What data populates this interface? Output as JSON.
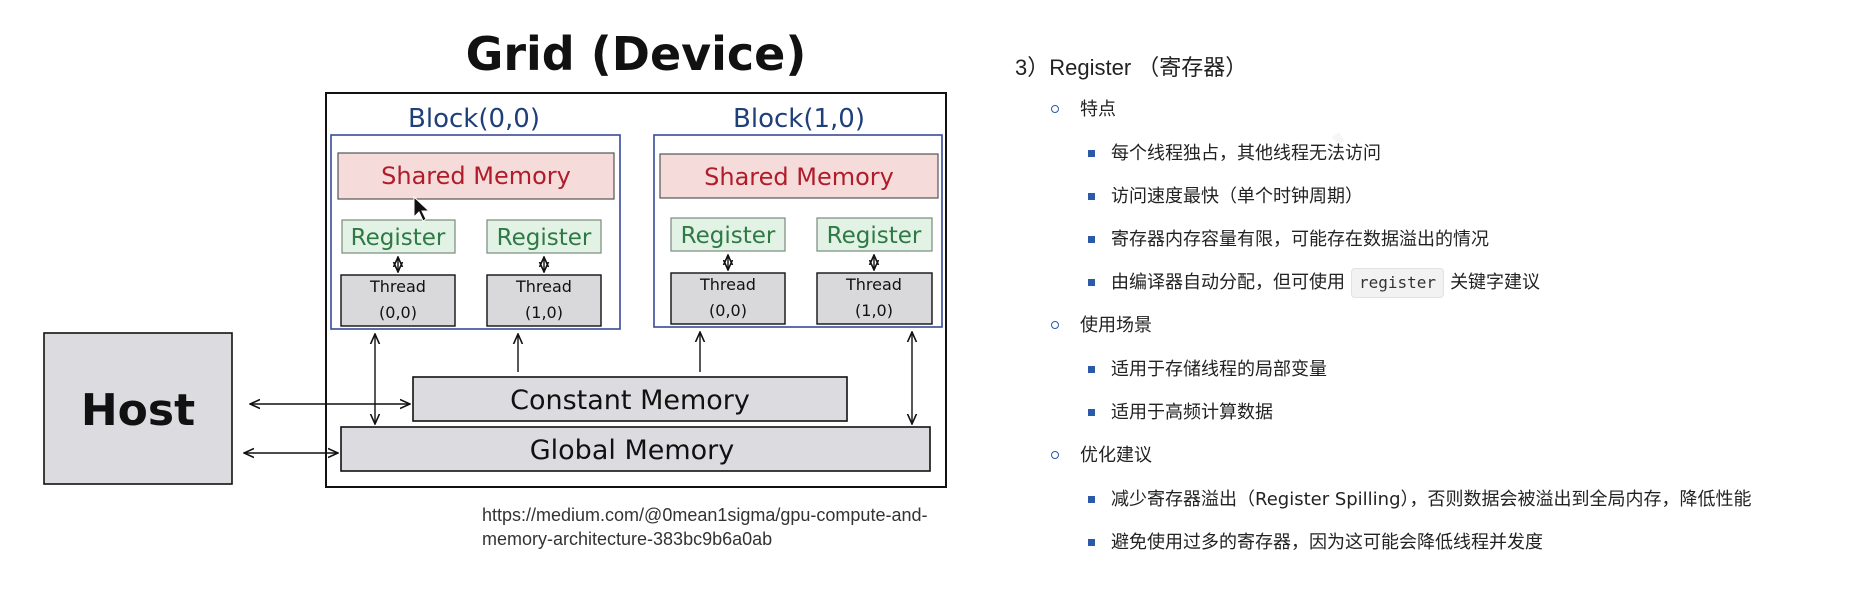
{
  "diagram": {
    "title": "Grid (Device)",
    "blocks": [
      {
        "label": "Block(0,0)",
        "shared_memory": "Shared Memory",
        "registers": [
          "Register",
          "Register"
        ],
        "threads": [
          {
            "name": "Thread",
            "index": "(0,0)"
          },
          {
            "name": "Thread",
            "index": "(1,0)"
          }
        ]
      },
      {
        "label": "Block(1,0)",
        "shared_memory": "Shared Memory",
        "registers": [
          "Register",
          "Register"
        ],
        "threads": [
          {
            "name": "Thread",
            "index": "(0,0)"
          },
          {
            "name": "Thread",
            "index": "(1,0)"
          }
        ]
      }
    ],
    "constant_memory": "Constant Memory",
    "global_memory": "Global Memory",
    "host": "Host",
    "colors": {
      "block_label": "#1f3f7a",
      "shared_fill": "#f6dbdb",
      "shared_text": "#b01c2a",
      "register_fill": "#e2f2e4",
      "register_text": "#2e7a46",
      "thread_fill": "#d9d9dc",
      "memory_fill": "#dcdce0"
    }
  },
  "source_url": "https://medium.com/@0mean1sigma/gpu-compute-and-memory-architecture-383bc9b6a0ab",
  "notes": {
    "heading": "3）Register （寄存器）",
    "sections": [
      {
        "title": "特点",
        "items": [
          {
            "text": "每个线程独占，其他线程无法访问"
          },
          {
            "text": "访问速度最快（单个时钟周期）"
          },
          {
            "text": "寄存器内存容量有限，可能存在数据溢出的情况"
          },
          {
            "before": "由编译器自动分配，但可使用",
            "code": "register",
            "after": "关键字建议"
          }
        ]
      },
      {
        "title": "使用场景",
        "items": [
          {
            "text": "适用于存储线程的局部变量"
          },
          {
            "text": "适用于高频计算数据"
          }
        ]
      },
      {
        "title": "优化建议",
        "items": [
          {
            "text": "减少寄存器溢出（Register Spilling），否则数据会被溢出到全局内存，降低性能"
          },
          {
            "text": "避免使用过多的寄存器，因为这可能会降低线程并发度"
          }
        ]
      }
    ],
    "bullet_color": "#2b5aa8"
  }
}
